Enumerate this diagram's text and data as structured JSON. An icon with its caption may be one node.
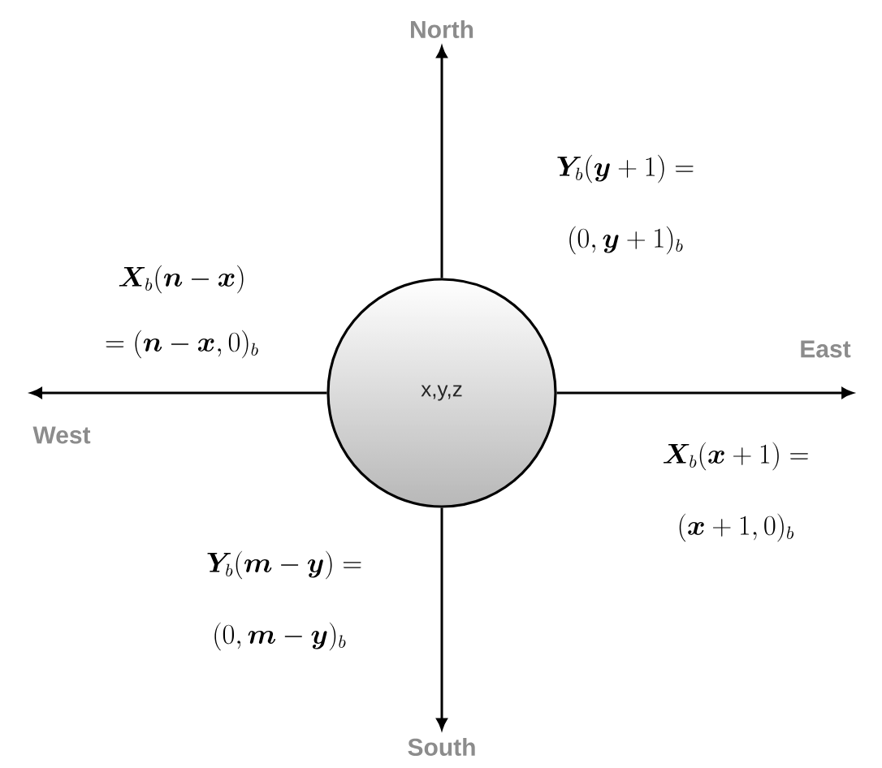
{
  "diagram": {
    "nodes": [
      {
        "text": [
          "x,y,z"
        ]
      },
      {
        "text": [
          "North"
        ]
      },
      {
        "text": [
          "East"
        ]
      },
      {
        "text": [
          "South"
        ]
      },
      {
        "text": [
          "West"
        ]
      }
    ],
    "edges": [
      {
        "from": 0,
        "to": 1,
        "arrow": "to"
      },
      {
        "from": 0,
        "to": 2,
        "arrow": "to"
      },
      {
        "from": 0,
        "to": 3,
        "arrow": "to"
      },
      {
        "from": 0,
        "to": 4,
        "arrow": "to"
      }
    ],
    "labels": [
      "\\boldsymbol{Y}_b(\\boldsymbol{y}+1) =",
      "(0,\\boldsymbol{y}+1)_b",
      "\\boldsymbol{X}_b(\\boldsymbol{n}-\\boldsymbol{x})",
      "= (\\boldsymbol{n}-\\boldsymbol{x},0)_b",
      "\\boldsymbol{X}_b(\\boldsymbol{x}+1) =",
      "(\\boldsymbol{x}+1,0)_b",
      "\\boldsymbol{Y}_b(\\boldsymbol{m}-\\boldsymbol{y}) =",
      "(0,\\boldsymbol{m}-\\boldsymbol{y})_b"
    ]
  }
}
